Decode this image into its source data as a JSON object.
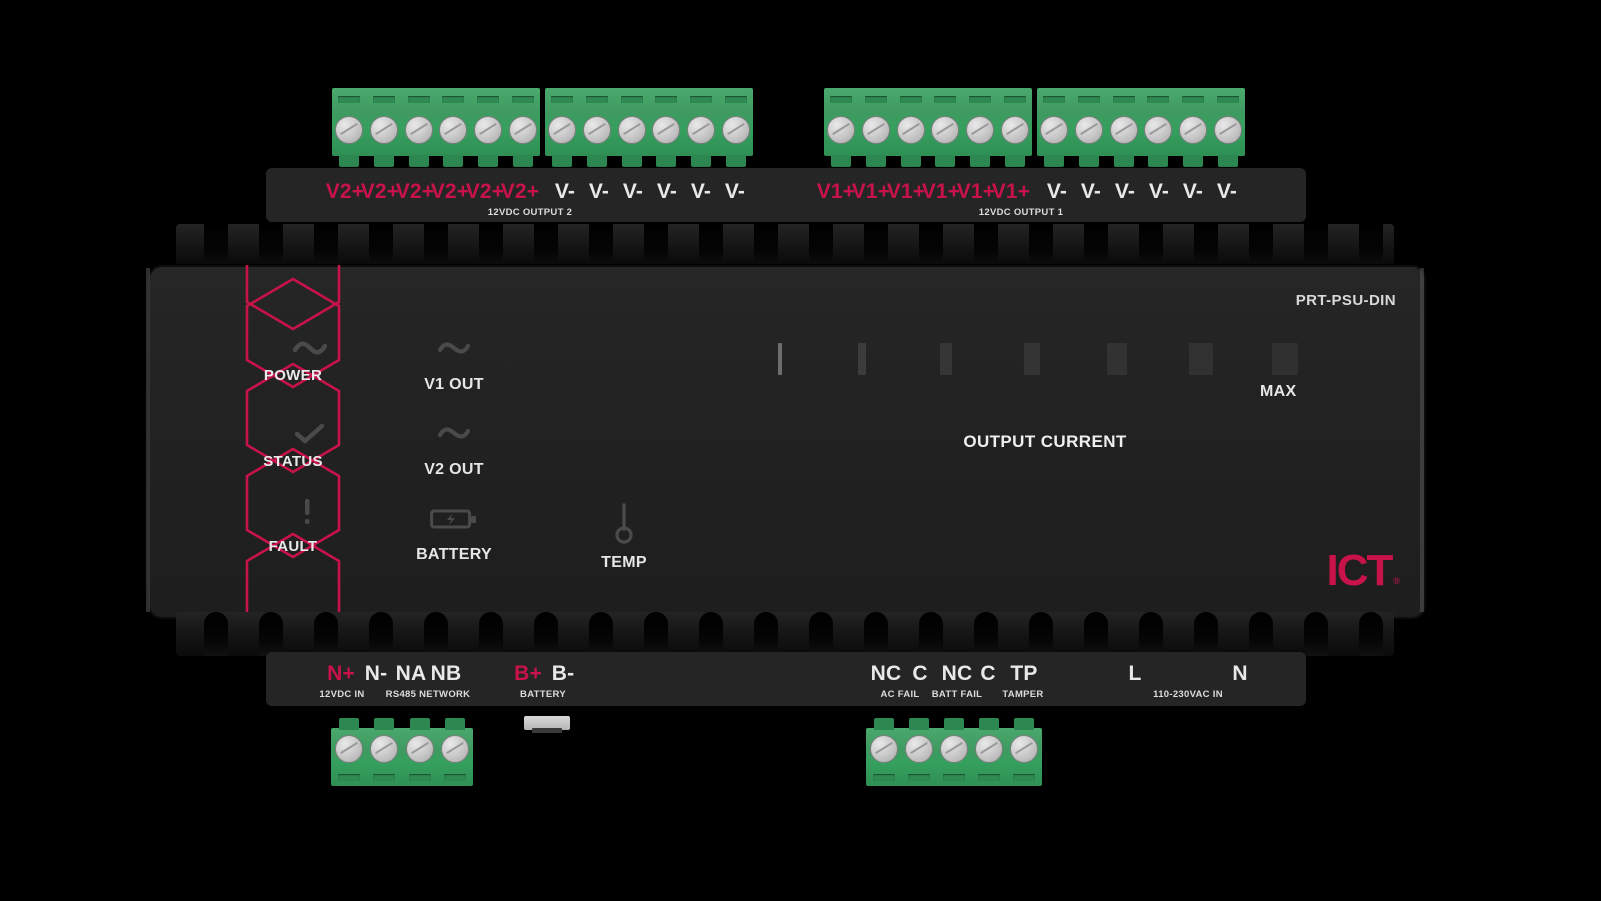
{
  "device": {
    "model": "PRT-PSU-DIN",
    "brand": "ICT",
    "brand_mark": "®",
    "accent_color": "#c8134a",
    "body_color": "#222222",
    "connector_color": "#3f9a61"
  },
  "top_terminal_strip": {
    "groups": [
      {
        "name": "12VDC OUTPUT 2",
        "sub_label": "12VDC OUTPUT 2",
        "positive_labels": [
          "V2+",
          "V2+",
          "V2+",
          "V2+",
          "V2+",
          "V2+"
        ],
        "negative_labels": [
          "V-",
          "V-",
          "V-",
          "V-",
          "V-",
          "V-"
        ]
      },
      {
        "name": "12VDC OUTPUT 1",
        "sub_label": "12VDC OUTPUT 1",
        "positive_labels": [
          "V1+",
          "V1+",
          "V1+",
          "V1+",
          "V1+",
          "V1+"
        ],
        "negative_labels": [
          "V-",
          "V-",
          "V-",
          "V-",
          "V-",
          "V-"
        ]
      }
    ],
    "connector_blocks": [
      {
        "name": "output2-positive-connector",
        "ways": 6
      },
      {
        "name": "output2-negative-connector",
        "ways": 6
      },
      {
        "name": "output1-positive-connector",
        "ways": 6
      },
      {
        "name": "output1-negative-connector",
        "ways": 6
      }
    ]
  },
  "bottom_terminal_strip": {
    "terminals": [
      {
        "label": "N+",
        "accent": true
      },
      {
        "label": "N-",
        "accent": false
      },
      {
        "label": "NA",
        "accent": false
      },
      {
        "label": "NB",
        "accent": false
      },
      {
        "label": "B+",
        "accent": true
      },
      {
        "label": "B-",
        "accent": false
      },
      {
        "label": "NC",
        "accent": false
      },
      {
        "label": "C",
        "accent": false
      },
      {
        "label": "NC",
        "accent": false
      },
      {
        "label": "C",
        "accent": false
      },
      {
        "label": "TP",
        "accent": false
      },
      {
        "label": "L",
        "accent": false
      },
      {
        "label": "N",
        "accent": false
      }
    ],
    "sub_labels": [
      "12VDC IN",
      "RS485 NETWORK",
      "BATTERY",
      "AC FAIL",
      "BATT FAIL",
      "TAMPER",
      "110-230VAC IN"
    ],
    "connector_blocks": [
      {
        "name": "dc-in-network-connector",
        "ways": 4
      },
      {
        "name": "relay-output-connector",
        "ways": 5
      }
    ]
  },
  "status_leds": [
    {
      "label": "POWER",
      "icon": "wave-icon"
    },
    {
      "label": "STATUS",
      "icon": "check-icon"
    },
    {
      "label": "FAULT",
      "icon": "exclamation-icon"
    }
  ],
  "indicators": [
    {
      "label": "V1 OUT",
      "icon": "wave-icon"
    },
    {
      "label": "V2 OUT",
      "icon": "wave-icon"
    },
    {
      "label": "BATTERY",
      "icon": "battery-icon"
    },
    {
      "label": "TEMP",
      "icon": "thermometer-icon"
    }
  ],
  "output_current": {
    "title": "OUTPUT CURRENT",
    "max_label": "MAX",
    "segments": 7
  }
}
